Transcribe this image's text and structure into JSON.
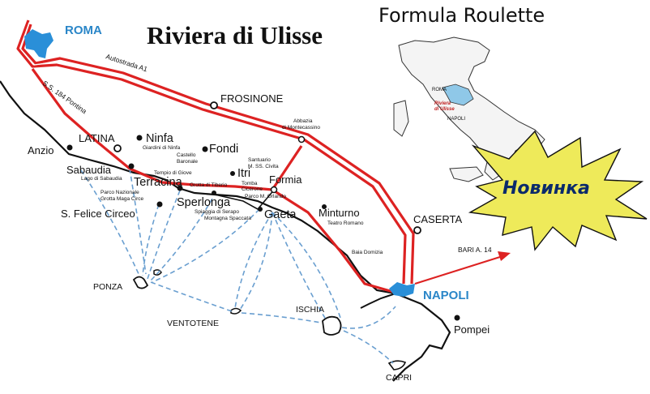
{
  "title": "Riviera di Ulisse",
  "formula": "Formula Roulette",
  "badge": "Новинка",
  "colors": {
    "route": "#dd2222",
    "ferry": "#6a9fd0",
    "region": "#2a8fd8",
    "badge_fill": "#eeea5a",
    "inset_highlight": "#8fc8e8"
  },
  "roads": {
    "a1": "Autostrada A1",
    "ss184": "S.S. 184 Pontina",
    "bari": "BARI A. 14"
  },
  "cities": {
    "roma": "ROMA",
    "napoli": "NAPOLI",
    "frosinone": "FROSINONE",
    "latina": "LATINA",
    "anzio": "Anzio",
    "ninfa": "Ninfa",
    "fondi": "Fondi",
    "itri": "Itri",
    "formia": "Formia",
    "sabaudia": "Sabaudia",
    "terracina": "Terracina",
    "sperlonga": "Sperlonga",
    "gaeta": "Gaeta",
    "felice": "S. Felice Circeo",
    "minturno": "Minturno",
    "caserta": "CASERTA",
    "pompei": "Pompei"
  },
  "islands": {
    "ponza": "PONZA",
    "ventotene": "VENTOTENE",
    "ischia": "ISCHIA",
    "capri": "CAPRI"
  },
  "pois": {
    "ninfa_garden": "Giardini di Ninfa",
    "castello": [
      "Castello",
      "Baronale"
    ],
    "santuario": [
      "Santuario",
      "M. SS. Civita"
    ],
    "abbazia": [
      "Abbazia",
      "di Montecassino"
    ],
    "sabaudia_lake": "Lago di Sabaudia",
    "tempio": "Tempio di Giove",
    "grotta_tiberio": "Grotta di Tiberio",
    "tomba": [
      "Tomba",
      "Cicerone"
    ],
    "parco_circeo": "Parco Nazionale",
    "grotta_maga": "Grotta Maga Circe",
    "spiaggia": "Spiaggia di Serapo",
    "montagna": "Montagna Spaccata",
    "parco_orlando": "Parco M. Orlando",
    "teatro": "Teatro Romano",
    "baia": "Baia Domizia"
  },
  "inset": {
    "roma": "ROMA",
    "napoli": "NAPOLI",
    "label1": "Riviera",
    "label2": "di Ulisse"
  }
}
